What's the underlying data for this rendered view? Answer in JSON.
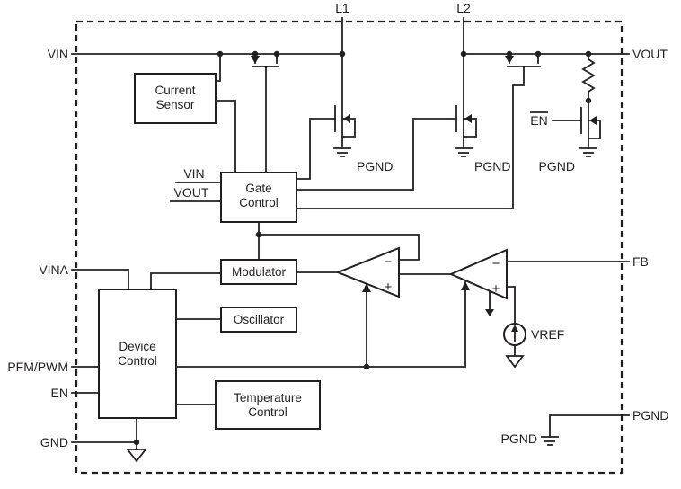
{
  "diagram": {
    "pins": {
      "vin": "VIN",
      "l1": "L1",
      "l2": "L2",
      "vout": "VOUT",
      "vina": "VINA",
      "pfm_pwm": "PFM/PWM",
      "en": "EN",
      "gnd": "GND",
      "fb": "FB",
      "pgnd": "PGND"
    },
    "blocks": {
      "current_sensor": {
        "line1": "Current",
        "line2": "Sensor"
      },
      "gate_control": {
        "line1": "Gate",
        "line2": "Control"
      },
      "modulator": {
        "label": "Modulator"
      },
      "oscillator": {
        "label": "Oscillator"
      },
      "device_control": {
        "line1": "Device",
        "line2": "Control"
      },
      "temperature_control": {
        "line1": "Temperature",
        "line2": "Control"
      }
    },
    "gate_control_inputs": {
      "vin": "VIN",
      "vout": "VOUT"
    },
    "labels": {
      "en_not": "EN",
      "vref": "VREF",
      "pgnd": "PGND",
      "minus": "−",
      "plus": "+"
    },
    "colors": {
      "stroke": "#231f20",
      "background": "#ffffff"
    }
  }
}
